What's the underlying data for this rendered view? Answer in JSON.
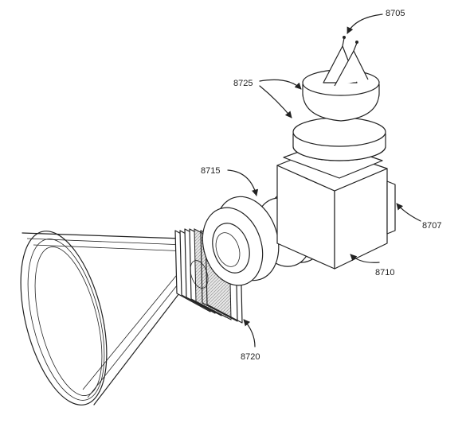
{
  "labels": {
    "l8705": "8705",
    "l8725": "8725",
    "l8715": "8715",
    "l8707": "8707",
    "l8710": "8710",
    "l8720": "8720"
  }
}
